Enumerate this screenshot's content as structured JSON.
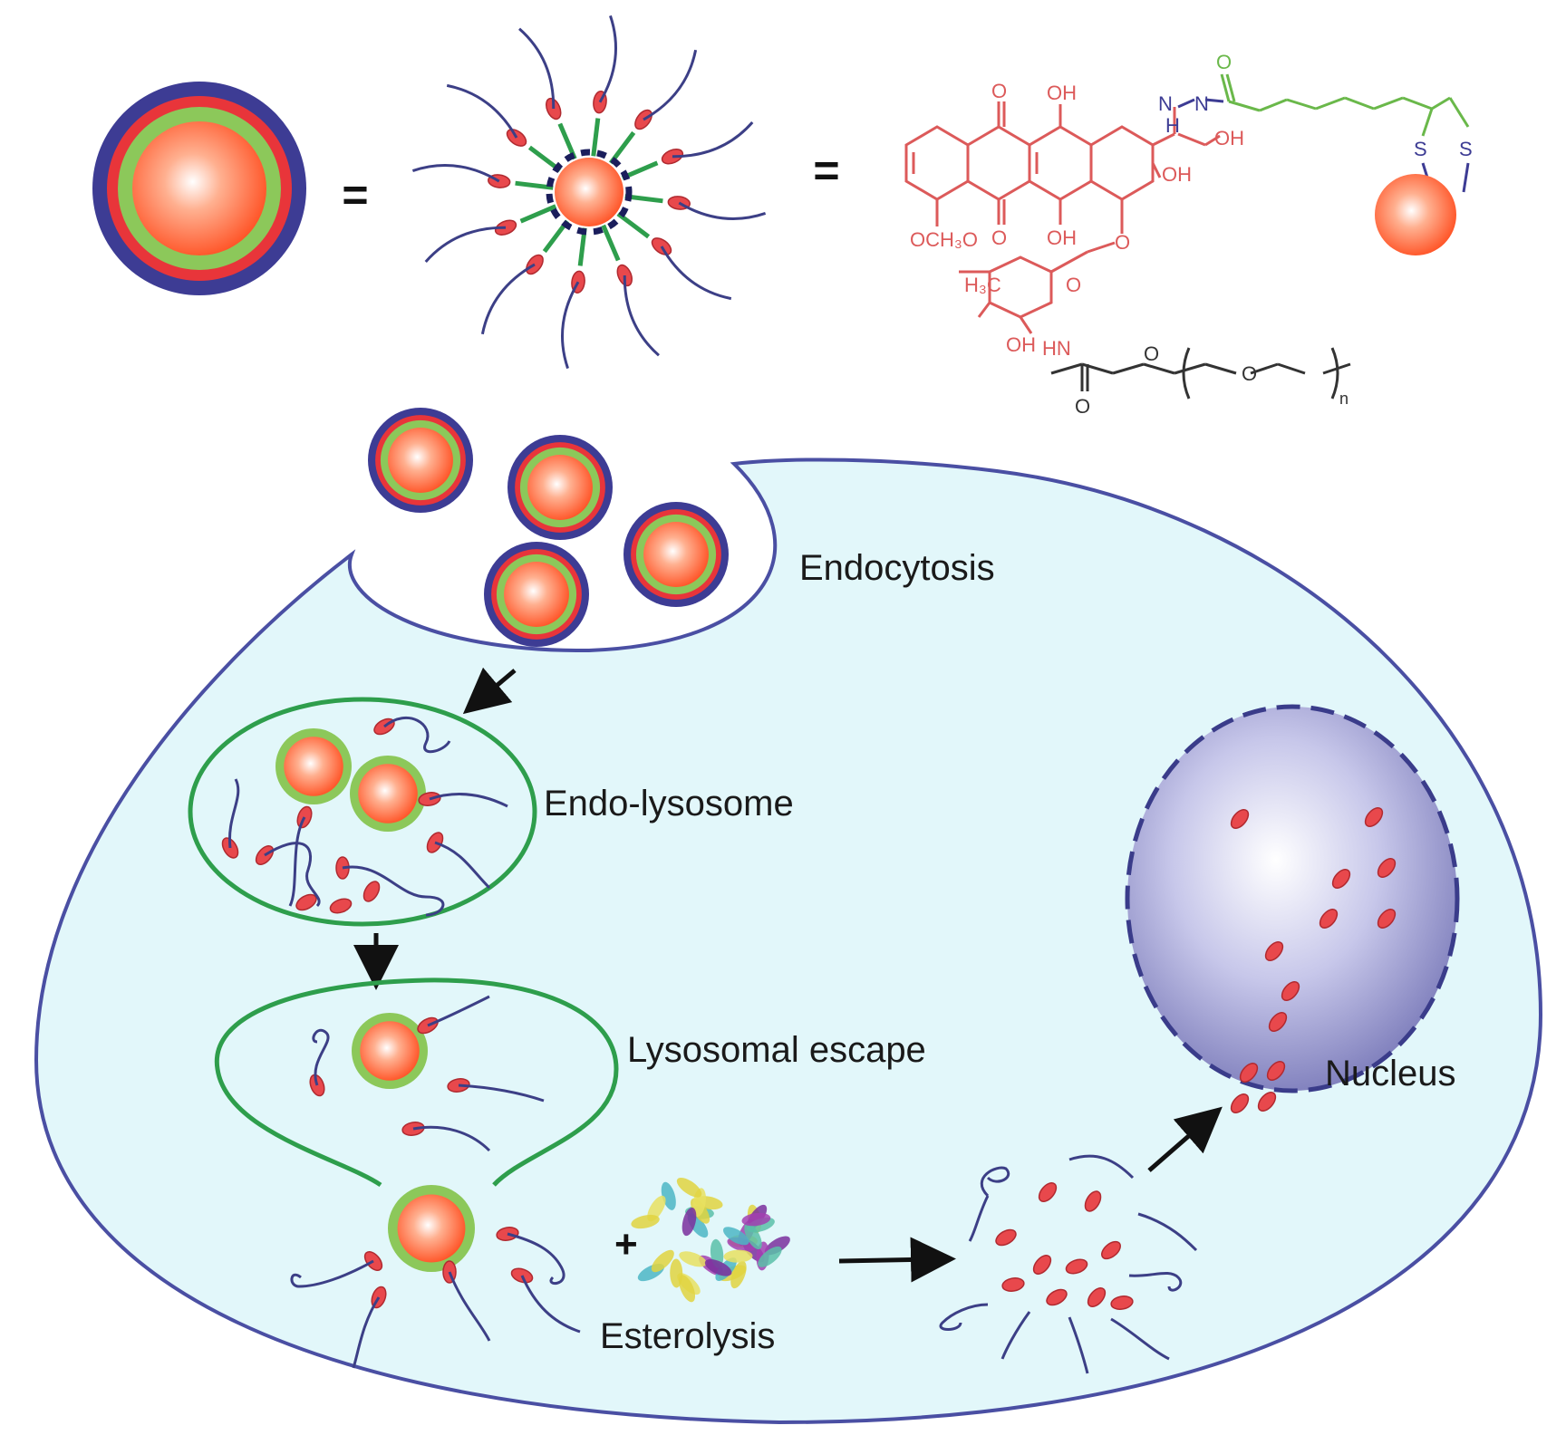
{
  "labels": {
    "endocytosis": "Endocytosis",
    "endo_lysosome": "Endo-lysosome",
    "lysosomal_escape": "Lysosomal escape",
    "nucleus": "Nucleus",
    "esterolysis": "Esterolysis",
    "equals": "=",
    "plus": "+"
  },
  "chemistry": {
    "oh_1": "OH",
    "oh_2": "OH",
    "oh_3": "OH",
    "oh_4": "OH",
    "oh_5": "OH",
    "methoxy": "OCH₃O",
    "methyl": "H₃C",
    "ring_o": "O",
    "o_1": "O",
    "o_2": "O",
    "o_3": "O",
    "o_4": "O",
    "o_5": "O",
    "o_6": "O",
    "o_7": "O",
    "nh_1": "HN",
    "nh_2": "H",
    "n_1": "N",
    "n_2": "N",
    "n_sub": "n",
    "s_1": "S",
    "s_2": "S"
  },
  "colors": {
    "cell_fill": "#e2f7fa",
    "cell_stroke": "#4a4fa3",
    "vesicle_green": "#2e9e4c",
    "core_orange": "#ff5a2e",
    "shell_green": "#8cc85a",
    "shell_red": "#e8353a",
    "shell_blue": "#3d3c94",
    "drug_red": "#e8484c",
    "polymer_blue": "#3c3f86",
    "chem_red": "#dc5a5a",
    "chem_green": "#6ab84a",
    "chem_gray": "#333333",
    "nucleus_fill": "#9a9ad0"
  }
}
